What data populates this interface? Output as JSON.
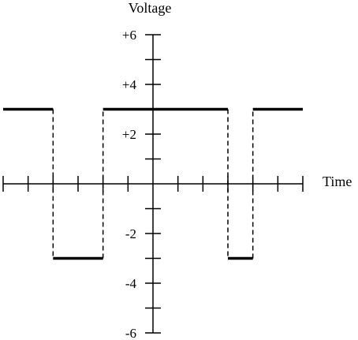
{
  "chart_data": {
    "type": "line",
    "title": "",
    "xlabel": "Time",
    "ylabel": "Voltage",
    "ylim": [
      -6,
      6
    ],
    "xlim": [
      -6,
      6
    ],
    "y_ticks": [
      {
        "value": 6,
        "label": "+6"
      },
      {
        "value": 4,
        "label": "+4"
      },
      {
        "value": 2,
        "label": "+2"
      },
      {
        "value": -2,
        "label": "-2"
      },
      {
        "value": -4,
        "label": "-4"
      },
      {
        "value": -6,
        "label": "-6"
      }
    ],
    "x_ticks": [
      -6,
      -5,
      -4,
      -3,
      -2,
      -1,
      1,
      2,
      3,
      4,
      5,
      6
    ],
    "y_minor_ticks": [
      5,
      3,
      1,
      -1,
      -3,
      -5
    ],
    "grid": false,
    "series": [
      {
        "style": "step",
        "color": "#000000",
        "points": [
          {
            "x": -6,
            "y": 3
          },
          {
            "x": -4,
            "y": 3
          },
          {
            "x": -4,
            "y": -3
          },
          {
            "x": -2,
            "y": -3
          },
          {
            "x": -2,
            "y": 3
          },
          {
            "x": 3,
            "y": 3
          },
          {
            "x": 3,
            "y": -3
          },
          {
            "x": 4,
            "y": -3
          },
          {
            "x": 4,
            "y": 3
          },
          {
            "x": 6,
            "y": 3
          }
        ]
      }
    ]
  }
}
